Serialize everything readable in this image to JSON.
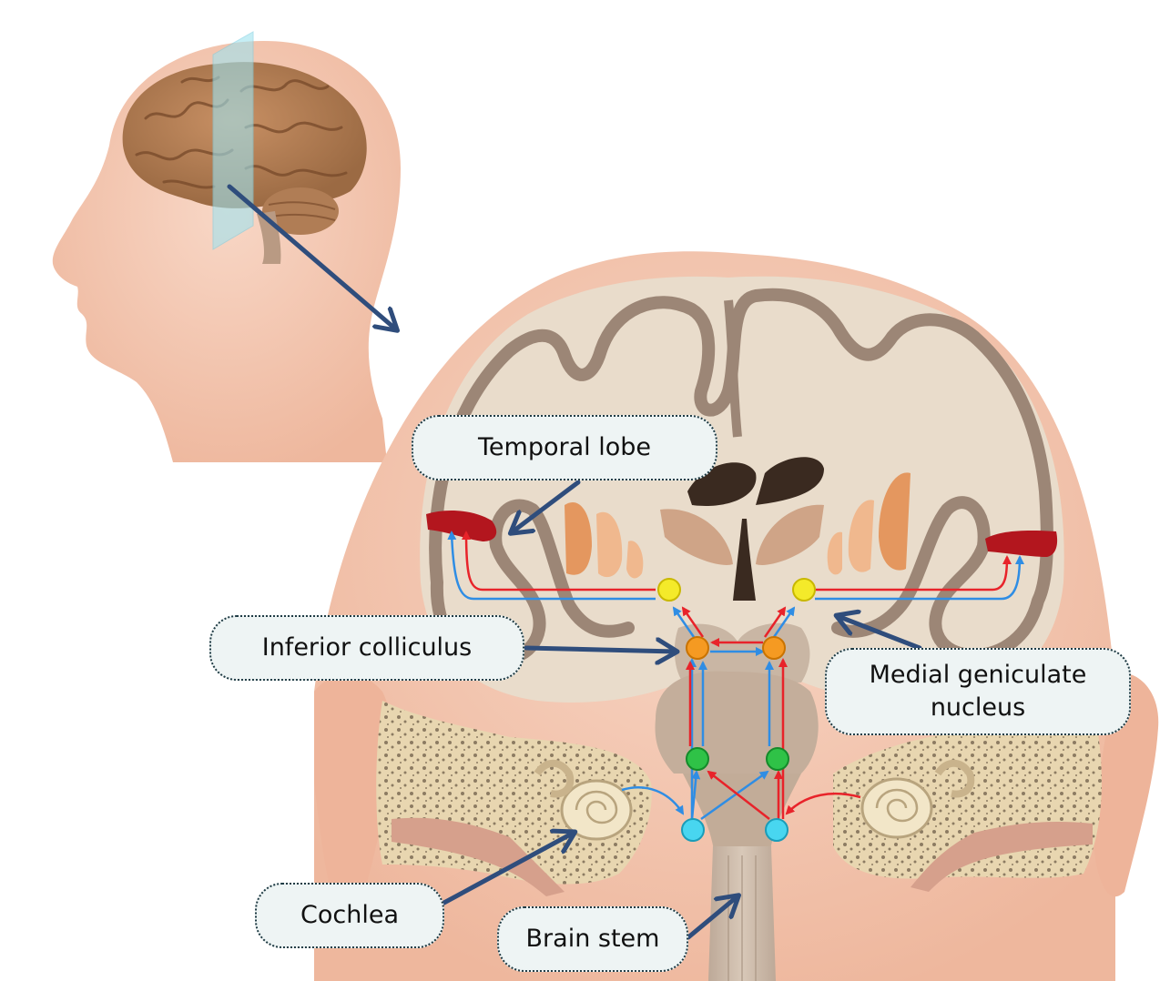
{
  "labels": {
    "temporal_lobe": "Temporal lobe",
    "inferior_colliculus": "Inferior colliculus",
    "medial_geniculate_line1": "Medial geniculate",
    "medial_geniculate_line2": "nucleus",
    "cochlea": "Cochlea",
    "brain_stem": "Brain stem"
  },
  "colors": {
    "skin": "#f4c9b4",
    "brain_tissue": "#e8d8c6",
    "gray_matter": "#9c8676",
    "auditory_cortex": "#b3161e",
    "right_pathway": "#e8232a",
    "left_pathway": "#2f8de4",
    "medial_geniculate_node": "#f4ea2a",
    "inferior_colliculus_node": "#f59a22",
    "olivary_node": "#2fc247",
    "cochlear_nucleus_node": "#48d6f0",
    "pointer_arrow": "#2f4d7c"
  }
}
